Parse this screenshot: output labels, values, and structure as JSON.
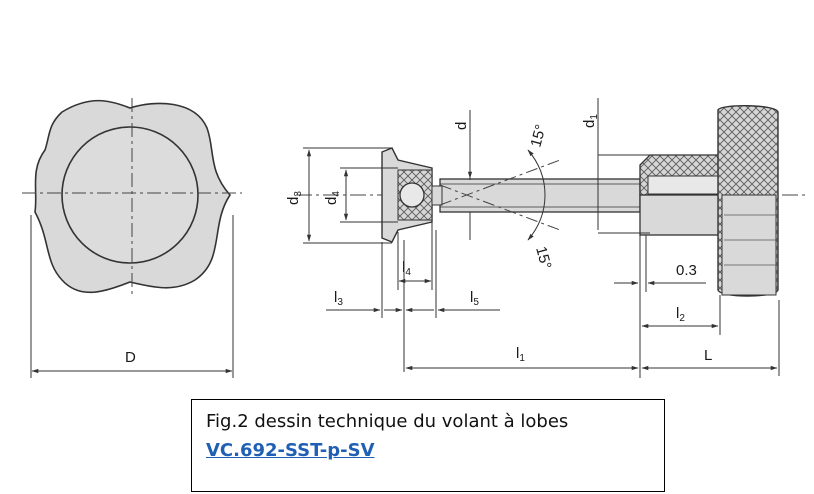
{
  "labels": {
    "D": "D",
    "L": "L",
    "d": "d",
    "d1": "d",
    "d1_sub": "1",
    "d3": "d",
    "d3_sub": "3",
    "d4": "d",
    "d4_sub": "4",
    "l1": "l",
    "l1_sub": "1",
    "l2": "l",
    "l2_sub": "2",
    "l3": "l",
    "l3_sub": "3",
    "l4": "l",
    "l4_sub": "4",
    "l5": "l",
    "l5_sub": "5",
    "angle_top": "15°",
    "angle_bottom": "15°",
    "offset": "0.3"
  },
  "caption": {
    "line1": "Fig.2 dessin technique du volant à lobes",
    "link": "VC.692-SST-p-SV"
  },
  "colors": {
    "knob_fill": "#d9d9d9",
    "line": "#333333",
    "link": "#1f5fb4"
  }
}
